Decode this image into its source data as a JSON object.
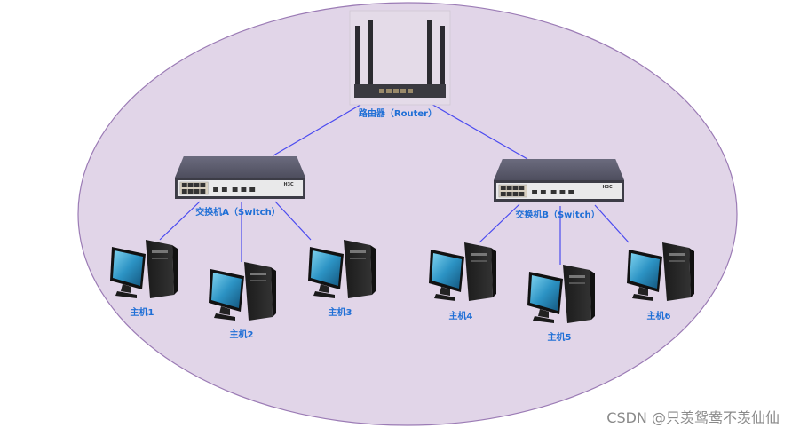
{
  "diagram": {
    "type": "network-topology",
    "background_ellipse_color": "#e1d5e8",
    "ellipse_stroke_color": "#9b7bb5",
    "link_color": "#4a4af0",
    "label_color": "#1f6fd6",
    "router": {
      "label": "路由器（Router）"
    },
    "switches": [
      {
        "id": "A",
        "label": "交换机A（Switch）",
        "brand": "H3C"
      },
      {
        "id": "B",
        "label": "交换机B（Switch）",
        "brand": "H3C"
      }
    ],
    "hosts": [
      {
        "label": "主机1",
        "switch": "A"
      },
      {
        "label": "主机2",
        "switch": "A"
      },
      {
        "label": "主机3",
        "switch": "A"
      },
      {
        "label": "主机4",
        "switch": "B"
      },
      {
        "label": "主机5",
        "switch": "B"
      },
      {
        "label": "主机6",
        "switch": "B"
      }
    ]
  },
  "watermark": "CSDN @只羡鸳鸯不羡仙仙"
}
